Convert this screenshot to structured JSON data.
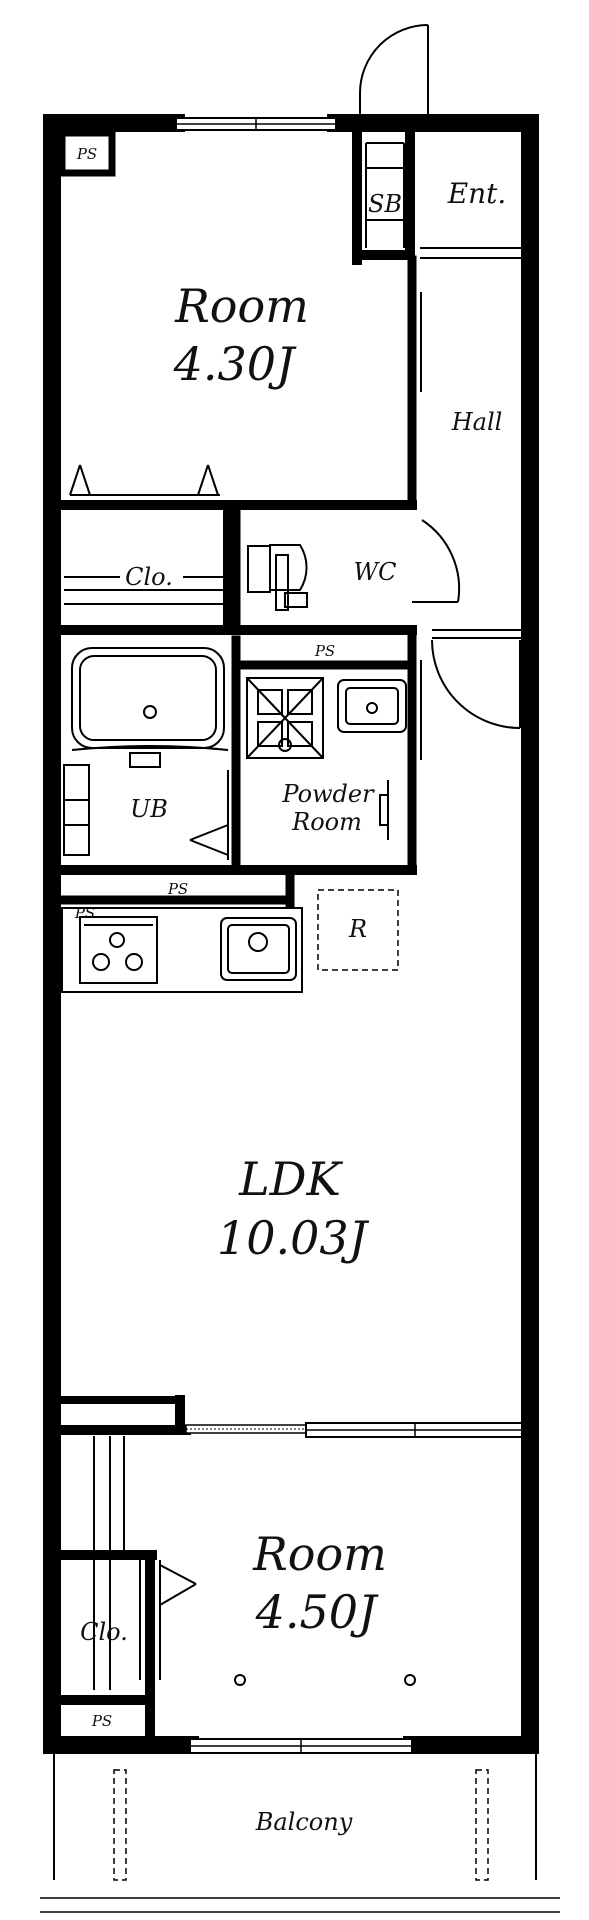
{
  "labels": {
    "room_north_name": "Room",
    "room_north_size": "4.30J",
    "room_south_name": "Room",
    "room_south_size": "4.50J",
    "ldk_name": "LDK",
    "ldk_size": "10.03J",
    "entrance": "Ent.",
    "shoe_box": "SB",
    "hall": "Hall",
    "wc": "WC",
    "closet_north": "Clo.",
    "closet_south": "Clo.",
    "unit_bath": "UB",
    "powder_line1": "Powder",
    "powder_line2": "Room",
    "refrigerator": "R",
    "pipe_space_1": "PS",
    "pipe_space_2": "PS",
    "pipe_space_3": "PS",
    "pipe_space_4": "PS",
    "pipe_space_5": "PS",
    "balcony": "Balcony"
  },
  "colors": {
    "wall": "#000000",
    "background": "#ffffff"
  }
}
